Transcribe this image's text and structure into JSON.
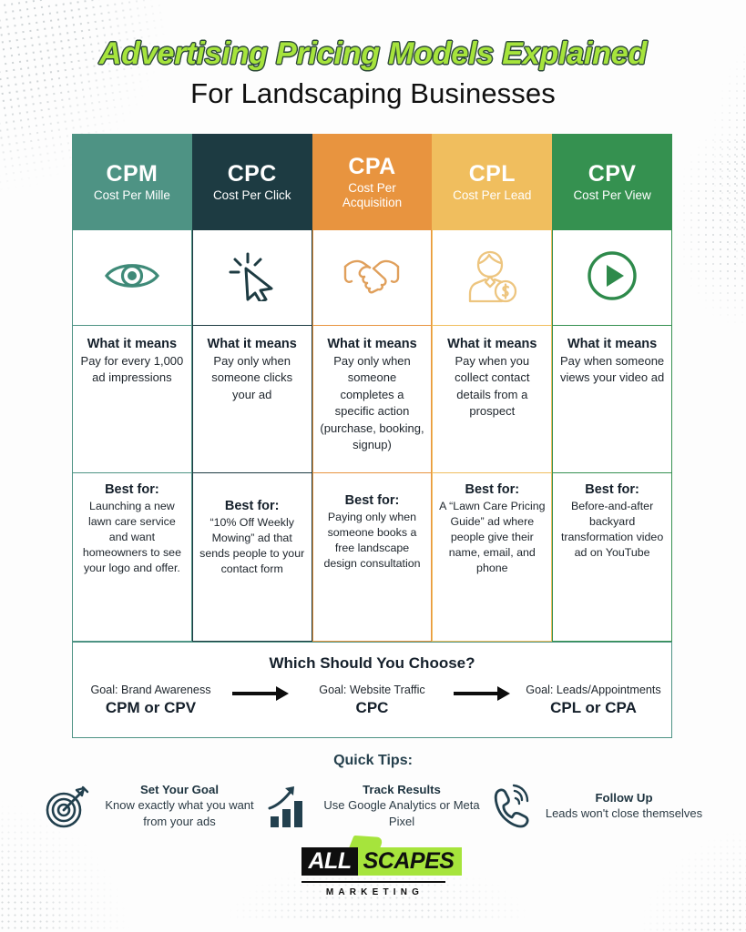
{
  "header": {
    "title_main": "Advertising Pricing Models Explained",
    "title_sub": "For Landscaping Businesses",
    "accent_green": "#a6e43c",
    "outline_dark": "#2e4a3a"
  },
  "table": {
    "means_label": "What it means",
    "best_label": "Best for:",
    "columns": [
      {
        "abbr": "CPM",
        "full": "Cost Per Mille",
        "color": "#4e9384",
        "icon": "eye-icon",
        "means": "Pay for every 1,000 ad impressions",
        "best": "Launching a new lawn care service and want homeowners to see your logo and offer."
      },
      {
        "abbr": "CPC",
        "full": "Cost Per Click",
        "color": "#1d3b42",
        "icon": "cursor-click-icon",
        "means": "Pay only when someone clicks your ad",
        "best": "“10% Off Weekly Mowing” ad that sends people to your contact form"
      },
      {
        "abbr": "CPA",
        "full": "Cost Per Acquisition",
        "color": "#e8943f",
        "icon": "handshake-icon",
        "means": "Pay only when someone completes a specific action (purchase, booking, signup)",
        "best": "Paying only when someone books a free landscape design consultation"
      },
      {
        "abbr": "CPL",
        "full": "Cost Per Lead",
        "color": "#f0be5e",
        "icon": "person-dollar-icon",
        "means": "Pay when you collect contact details from a prospect",
        "best": "A “Lawn Care Pricing Guide” ad where people give their name, email, and phone"
      },
      {
        "abbr": "CPV",
        "full": "Cost Per View",
        "color": "#359150",
        "icon": "play-circle-icon",
        "means": "Pay when someone views your video ad",
        "best": "Before-and-after backyard transformation video ad on YouTube"
      }
    ]
  },
  "choose": {
    "title": "Which Should You Choose?",
    "steps": [
      {
        "goal": "Goal: Brand Awareness",
        "model": "CPM or CPV"
      },
      {
        "goal": "Goal: Website Traffic",
        "model": "CPC"
      },
      {
        "goal": "Goal: Leads/Appointments",
        "model": "CPL or CPA"
      }
    ]
  },
  "tips": {
    "title": "Quick Tips:",
    "items": [
      {
        "icon": "target-icon",
        "heading": "Set Your Goal",
        "text": "Know exactly what you want from your ads"
      },
      {
        "icon": "bar-chart-growth-icon",
        "heading": "Track Results",
        "text": "Use Google Analytics or Meta Pixel"
      },
      {
        "icon": "phone-ring-icon",
        "heading": "Follow Up",
        "text": "Leads won't close themselves"
      }
    ]
  },
  "logo": {
    "part1": "ALL",
    "part2": "SCAPES",
    "tagline": "MARKETING"
  }
}
